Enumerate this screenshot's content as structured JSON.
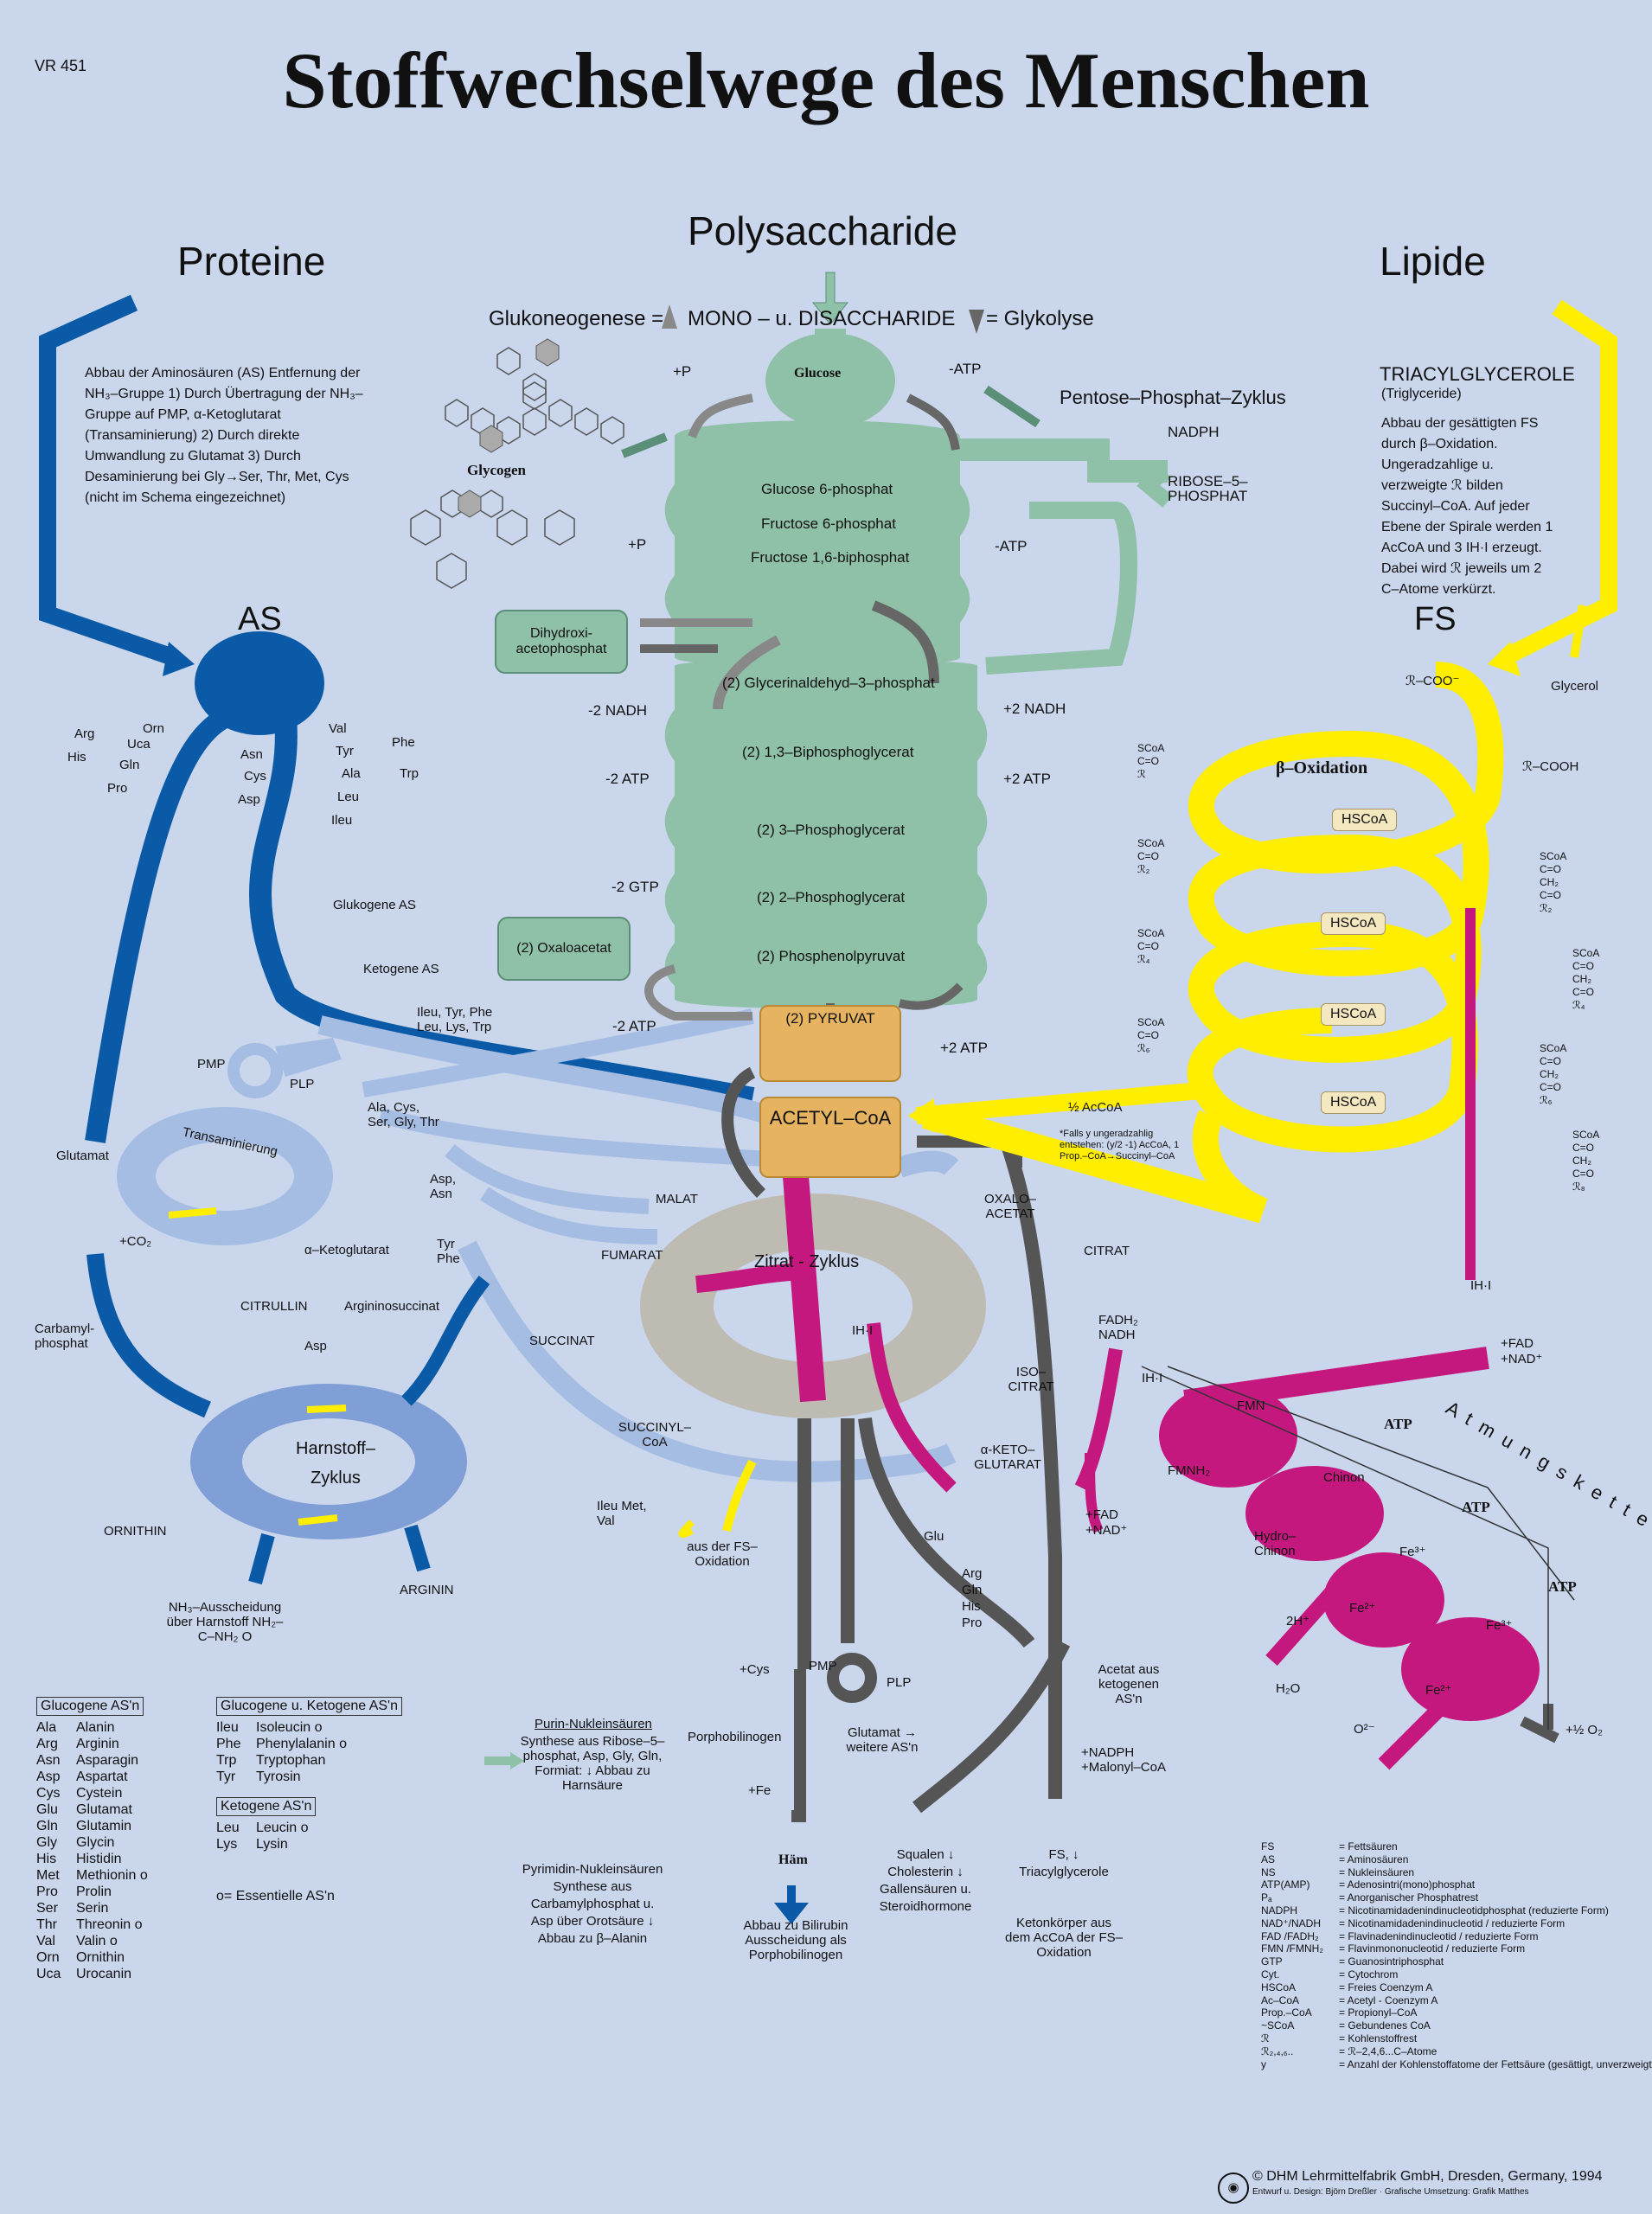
{
  "code": "VR 451",
  "title": "Stoffwechselwege des Menschen",
  "sections": {
    "proteine": "Proteine",
    "poly": "Polysaccharide",
    "lipide": "Lipide",
    "as": "AS",
    "fs": "FS"
  },
  "mono_row": {
    "left": "Glukoneogenese =",
    "center": "MONO – u.  DISACCHARIDE",
    "right": "= Glykolyse"
  },
  "protein_note": "Abbau der Aminosäuren (AS) Entfernung der NH₃–Gruppe 1) Durch Übertragung der NH₃–Gruppe auf PMP, α-Ketoglutarat (Transaminierung) 2) Durch direkte Umwandlung zu Glutamat 3) Durch Desaminierung bei Gly→Ser, Thr, Met, Cys (nicht im Schema eingezeichnet)",
  "lipid_note": {
    "title": "TRIACYLGLYCEROLE",
    "sub": "(Triglyceride)",
    "text": "Abbau der gesättigten FS durch β–Oxidation. Ungeradzahlige u. verzweigte ℛ bilden Succinyl–CoA. Auf jeder Ebene der Spirale werden 1 AcCoA und 3 IH·I erzeugt. Dabei wird ℛ jeweils um 2 C–Atome verkürzt."
  },
  "glycolysis": {
    "glucose": "Glucose",
    "upper": [
      "Glucose 6-phosphat",
      "Fructose 6-phosphat",
      "Fructose 1,6-biphosphat"
    ],
    "lower": [
      "(2) Glycerinaldehyd–3–phosphat",
      "(2) 1,3–Biphosphoglycerat",
      "(2) 3–Phosphoglycerat",
      "(2) 2–Phosphoglycerat",
      "(2) Phosphenolpyruvat"
    ],
    "dhap": "Dihydroxi- acetophosphat",
    "oxaloacetat": "(2) Oxaloacetat",
    "pyruvat": "(2) PYRUVAT",
    "acetyl": "ACETYL–CoA",
    "glycogen": "Glycogen",
    "ppp": "Pentose–Phosphat–Zyklus",
    "nadph": "NADPH",
    "ribose": "RIBOSE–5– PHOSPHAT",
    "energy": {
      "pa1": "+P",
      "atp1": "-ATP",
      "pa2": "+P",
      "atp2": "-ATP",
      "nadh_m": "-2 NADH",
      "nadh_p": "+2 NADH",
      "atp_m": "-2 ATP",
      "atp_p": "+2 ATP",
      "gtp": "-2 GTP",
      "atp_m2": "-2 ATP",
      "atp_p2": "+2 ATP"
    }
  },
  "amino_labels": {
    "left": [
      "Arg",
      "His",
      "Orn",
      "Uca",
      "Gln",
      "Pro"
    ],
    "right": [
      "Asn",
      "Cys",
      "Asp",
      "Val",
      "Tyr",
      "Ala",
      "Leu",
      "Ileu",
      "Phe",
      "Trp"
    ],
    "glucogen": "Glukogene AS",
    "ketogen": "Ketogene AS",
    "k_list": "Ileu, Tyr, Phe Leu, Lys, Trp",
    "acsgt": "Ala, Cys, Ser, Gly, Thr",
    "aspasn": "Asp, Asn",
    "tyrphe": "Tyr Phe",
    "pmp": "PMP",
    "plp": "PLP",
    "glutamat": "Glutamat",
    "aketo": "α–Ketoglutarat",
    "co2": "+CO₂",
    "transaminierung": "Transaminierung"
  },
  "urea": {
    "name": "Harnstoff– Zyklus",
    "citrullin": "CITRULLIN",
    "arginino": "Argininosuccinat",
    "asp": "Asp",
    "carbamyl": "Carbamyl- phosphat",
    "ornithin": "ORNITHIN",
    "arginin": "ARGININ",
    "excretion": "NH₃–Ausscheidung über Harnstoff NH₂–C–NH₂ O"
  },
  "tca": {
    "name": "Zitrat - Zyklus",
    "malat": "MALAT",
    "oxalo": "OXALO– ACETAT",
    "fumarat": "FUMARAT",
    "citrat": "CITRAT",
    "succinat": "SUCCINAT",
    "isocitrat": "ISO– CITRAT",
    "succoa": "SUCCINYL– CoA",
    "aketo": "α-KETO– GLUTARAT",
    "ih": "IH·I",
    "ileu": "Ileu Met, Val",
    "fs_ox": "aus der FS–Oxidation",
    "glu": "Glu",
    "args": "Arg Gln His Pro",
    "fad_nad": "+FAD +NAD⁺"
  },
  "beta": {
    "title": "β–Oxidation",
    "hscoa": "HSCoA",
    "rcoo": "ℛ–COO⁻",
    "rcooh": "ℛ–COOH",
    "glycerol": "Glycerol",
    "acoa": "½ AcCoA",
    "footnote": "*Falls y ungeradzahlig entstehen: (y/2 -1) AcCoA, 1 Prop.–CoA→Succinyl–CoA",
    "ih": "IH·I",
    "left_chain": [
      "SCoA C=O ℛ",
      "SCoA C=O ℛ₂",
      "SCoA C=O ℛ₄",
      "SCoA C=O ℛ₆"
    ],
    "right_chain": [
      "SCoA C=O CH₂ C=O ℛ₂",
      "SCoA C=O CH₂ C=O ℛ₄",
      "SCoA C=O CH₂ C=O ℛ₆",
      "SCoA C=O CH₂ C=O ℛ₈"
    ]
  },
  "resp": {
    "title": "A t m u n g s k e t t e",
    "fadh": "FADH₂ NADH",
    "ih": "IH·I",
    "fad_nad": "+FAD +NAD⁺",
    "fmn": "FMN",
    "fmnh2": "FMNH₂",
    "chinon": "Chinon",
    "hydro": "Hydro– Chinon",
    "fe3a": "Fe³⁺",
    "fe2a": "Fe²⁺",
    "fe3b": "Fe³⁺",
    "fe2b": "Fe²⁺",
    "h2": "2H⁺",
    "h2o": "H₂O",
    "o2m": "O²⁻",
    "o2p": "+½ O₂",
    "atp": "ATP"
  },
  "outputs": {
    "cys": "+Cys",
    "pmp": "PMP",
    "plp": "PLP",
    "porph": "Porphobilinogen",
    "glutamat": "Glutamat → weitere AS'n",
    "fe": "+Fe",
    "haem": "Häm",
    "haem_text": "Abbau zu Bilirubin Ausscheidung als Porphobilinogen",
    "squalen": "Squalen ↓ Cholesterin ↓ Gallensäuren u. Steroidhormone",
    "fs": "FS, ↓ Triacylglycerole",
    "keton": "Ketonkörper aus dem AcCoA der FS–Oxidation",
    "nadph": "+NADPH +Malonyl–CoA",
    "acetat": "Acetat aus ketogenen AS'n"
  },
  "nucleo": {
    "purin_t": "Purin-Nukleinsäuren",
    "purin": "Synthese aus Ribose–5–phosphat, Asp, Gly, Gln, Formiat: ↓ Abbau zu Harnsäure",
    "pyr": "Pyrimidin-Nukleinsäuren Synthese aus Carbamylphosphat u. Asp über Orotsäure ↓ Abbau zu β–Alanin"
  },
  "glossary": {
    "glucogen_head": "Glucogene AS'n",
    "glucogen": [
      [
        "Ala",
        "Alanin"
      ],
      [
        "Arg",
        "Arginin"
      ],
      [
        "Asn",
        "Asparagin"
      ],
      [
        "Asp",
        "Aspartat"
      ],
      [
        "Cys",
        "Cystein"
      ],
      [
        "Glu",
        "Glutamat"
      ],
      [
        "Gln",
        "Glutamin"
      ],
      [
        "Gly",
        "Glycin"
      ],
      [
        "His",
        "Histidin"
      ],
      [
        "Met",
        "Methionin o"
      ],
      [
        "Pro",
        "Prolin"
      ],
      [
        "Ser",
        "Serin"
      ],
      [
        "Thr",
        "Threonin o"
      ],
      [
        "Val",
        "Valin o"
      ],
      [
        "Orn",
        "Ornithin"
      ],
      [
        "Uca",
        "Urocanin"
      ]
    ],
    "gk_head": "Glucogene u. Ketogene AS'n",
    "gk": [
      [
        "Ileu",
        "Isoleucin o"
      ],
      [
        "Phe",
        "Phenylalanin o"
      ],
      [
        "Trp",
        "Tryptophan"
      ],
      [
        "Tyr",
        "Tyrosin"
      ]
    ],
    "k_head": "Ketogene AS'n",
    "k": [
      [
        "Leu",
        "Leucin o"
      ],
      [
        "Lys",
        "Lysin"
      ]
    ],
    "essential": "o= Essentielle AS'n"
  },
  "abbreviations": [
    [
      "FS",
      "= Fettsäuren"
    ],
    [
      "AS",
      "= Aminosäuren"
    ],
    [
      "NS",
      "= Nukleinsäuren"
    ],
    [
      "ATP(AMP)",
      "= Adenosintri(mono)phosphat"
    ],
    [
      "Pₐ",
      "= Anorganischer Phosphatrest"
    ],
    [
      "NADPH",
      "= Nicotinamidadenindinucleotidphosphat (reduzierte Form)"
    ],
    [
      "NAD⁺/NADH",
      "= Nicotinamidadenindinucleotid / reduzierte Form"
    ],
    [
      "FAD /FADH₂",
      "= Flavinadenindinucleotid / reduzierte Form"
    ],
    [
      "FMN /FMNH₂",
      "= Flavinmononucleotid / reduzierte Form"
    ],
    [
      "GTP",
      "= Guanosintriphosphat"
    ],
    [
      "Cyt.",
      "= Cytochrom"
    ],
    [
      "HSCoA",
      "= Freies Coenzym A"
    ],
    [
      "Ac–CoA",
      "= Acetyl - Coenzym A"
    ],
    [
      "Prop.–CoA",
      "= Propionyl–CoA"
    ],
    [
      "~SCoA",
      "= Gebundenes CoA"
    ],
    [
      "ℛ",
      "= Kohlenstoffrest"
    ],
    [
      "ℛ₂,₄,₆..",
      "= ℛ–2,4,6...C–Atome"
    ],
    [
      "y",
      "= Anzahl der Kohlenstoffatome der Fettsäure (gesättigt, unverzweigt)"
    ]
  ],
  "copyright": "© DHM Lehrmittelfabrik GmbH, Dresden, Germany, 1994",
  "credit": "Entwurf u. Design: Björn Dreßler · Grafische Umsetzung: Grafik Matthes",
  "colors": {
    "bg": "#c9d6ec",
    "green": "#8fc0a8",
    "blue": "#0b5aa8",
    "lightblue": "#a6bde3",
    "yellow": "#ffee00",
    "magenta": "#c4187e",
    "gray": "#6a6a6a",
    "orange": "#e6b460",
    "tca": "#bebcb2"
  }
}
